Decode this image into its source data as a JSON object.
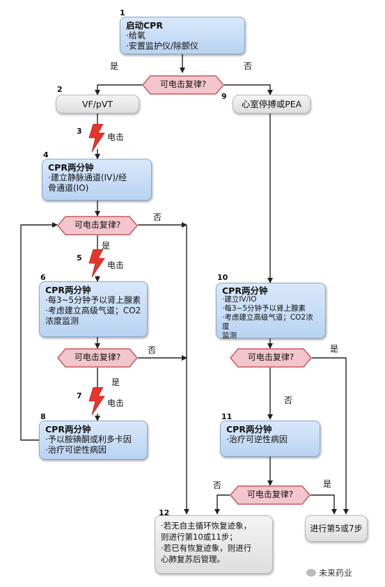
{
  "steps": {
    "s1": {
      "num": "1",
      "title": "启动CPR",
      "lines": [
        "·给氧",
        "·安置监护仪/除颤仪"
      ]
    },
    "s2": {
      "num": "2",
      "label": "VF/pVT"
    },
    "s3": {
      "num": "3",
      "label": "电击"
    },
    "s4": {
      "num": "4",
      "title": "CPR两分钟",
      "lines": [
        "·建立静脉通道(IV)/经",
        "骨通道(IO)"
      ]
    },
    "s5": {
      "num": "5",
      "label": "电击"
    },
    "s6": {
      "num": "6",
      "title": "CPR两分钟",
      "lines": [
        "·每3~5分钟予以肾上腺素",
        "·考虑建立高级气道；CO2",
        "浓度监测"
      ]
    },
    "s7": {
      "num": "7",
      "label": "电击"
    },
    "s8": {
      "num": "8",
      "title": "CPR两分钟",
      "lines": [
        "·予以胺碘酮或利多卡因",
        "·治疗可逆性病因"
      ]
    },
    "s9": {
      "num": "9",
      "label": "心室停搏或PEA"
    },
    "s10": {
      "num": "10",
      "title": "CPR两分钟",
      "lines": [
        "·建立IV/IO",
        "·每3~5分钟予以肾上腺素",
        "·考虑建立高级气道；CO2浓度",
        "监测"
      ]
    },
    "s11": {
      "num": "11",
      "title": "CPR两分钟",
      "lines": [
        "·治疗可逆性病因"
      ]
    },
    "s12": {
      "num": "12",
      "lines": [
        "·若无自主循环恢复迹象，",
        "则进行第10或11步；",
        "·若已有恢复迹象，则进行",
        "心肺复苏后管理。"
      ]
    },
    "go5or7": {
      "label": "进行第5或7步"
    }
  },
  "decision_label": "可电击复律?",
  "yes": "是",
  "no": "否",
  "watermark": "未来药业",
  "colors": {
    "box_fill": "#c6dcf6",
    "box_border": "#8aa7cf",
    "decision_fill": "#f2c6cc",
    "decision_border": "#c9555f",
    "bolt": "#e8352a",
    "line": "#222222"
  }
}
